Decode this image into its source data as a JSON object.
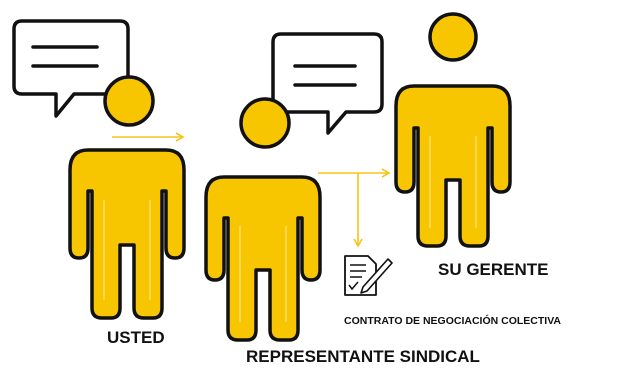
{
  "labels": {
    "you": "USTED",
    "representative": "REPRESENTANTE SINDICAL",
    "manager": "SU GERENTE",
    "contract": "CONTRATO DE NEGOCIACIÓN COLECTIVA"
  },
  "icons": {
    "you_bubble": "speech-bubble-icon",
    "rep_bubble": "speech-bubble-icon",
    "contract": "signed-document-icon"
  },
  "colors": {
    "person_fill": "#F7C600",
    "outline": "#111111",
    "arrow": "#F5C518"
  }
}
